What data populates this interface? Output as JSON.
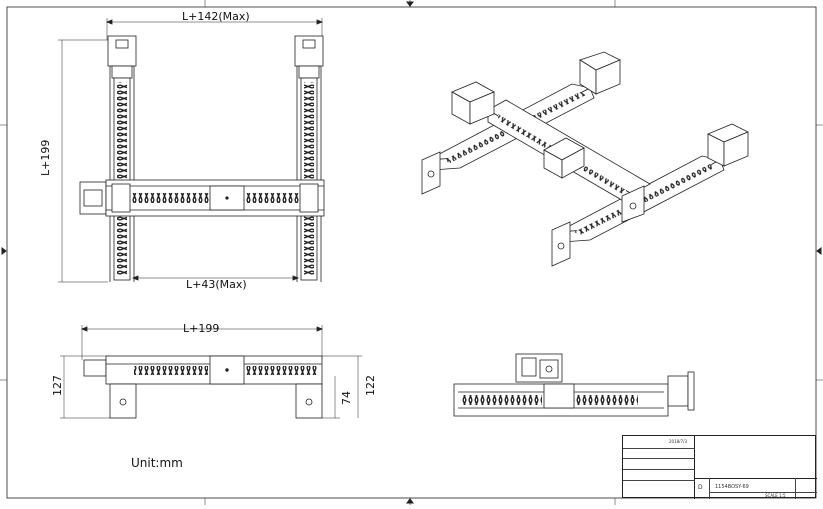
{
  "dimensions": {
    "top_width": "L+142(Max)",
    "left_height": "L+199",
    "inner_width": "L+43(Max)",
    "side_length": "L+199",
    "side_height_left": "127",
    "side_height_inner": "74",
    "side_height_right": "122"
  },
  "units_note": "Unit:mm",
  "title_block": {
    "drawn_date": "2018/7/3",
    "size": "D",
    "drawing_no": "1154BOSY-69",
    "scale": "SCALE 1:5"
  },
  "colors": {
    "line": "#222222",
    "belt": "#333333",
    "frame": "#555555"
  }
}
